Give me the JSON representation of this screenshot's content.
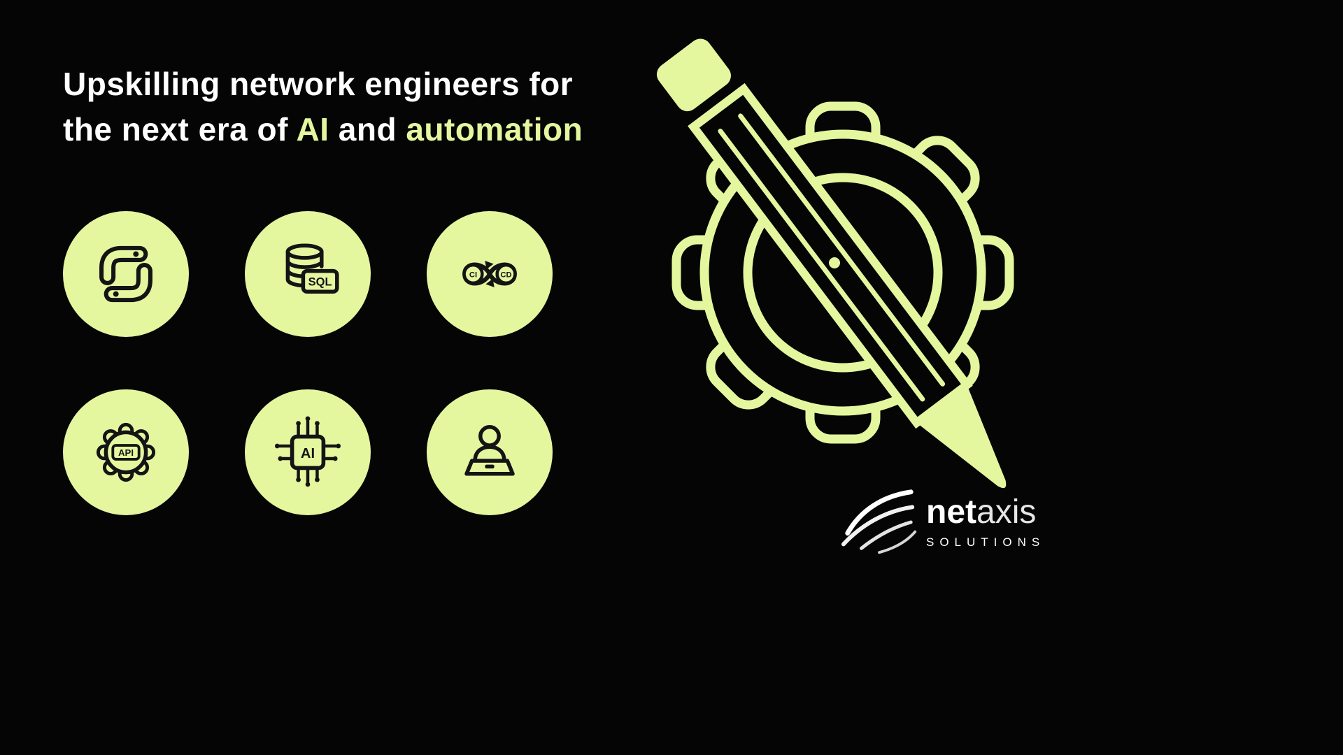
{
  "colors": {
    "background": "#050505",
    "accent": "#e4f79f",
    "icon_ink": "#141414",
    "text": "#ffffff"
  },
  "title": {
    "line1": "Upskilling network engineers for",
    "line2": [
      {
        "text": "the next era of ",
        "accent": false
      },
      {
        "text": "AI",
        "accent": true
      },
      {
        "text": " and ",
        "accent": false
      },
      {
        "text": "automation",
        "accent": true
      }
    ]
  },
  "skills": {
    "items": [
      {
        "id": "python",
        "name": "Python"
      },
      {
        "id": "sql",
        "name": "SQL database",
        "label": "SQL"
      },
      {
        "id": "cicd",
        "name": "CI/CD loop",
        "label_left": "CI",
        "label_right": "CD"
      },
      {
        "id": "api",
        "name": "API gear",
        "label": "API"
      },
      {
        "id": "ai-chip",
        "name": "AI chip",
        "label": "AI"
      },
      {
        "id": "training",
        "name": "Person at laptop"
      }
    ]
  },
  "illustration": {
    "name": "gear with pencil"
  },
  "logo": {
    "word_bold": "net",
    "word_light": "axis",
    "tagline": "SOLUTIONS"
  }
}
